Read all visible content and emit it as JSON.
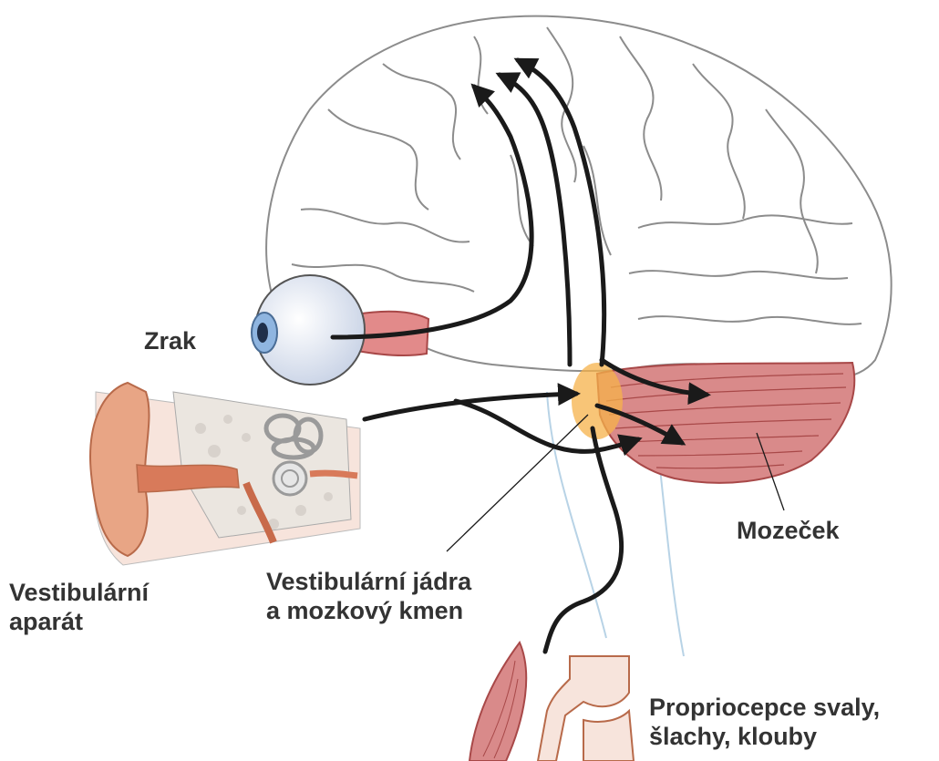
{
  "labels": {
    "vision": "Zrak",
    "vestibular_line1": "Vestibulární",
    "vestibular_line2": "aparát",
    "nuclei_line1": "Vestibulární jádra",
    "nuclei_line2": "a mozkový kmen",
    "cerebellum": "Mozeček",
    "proprio_line1": "Propriocepce svaly,",
    "proprio_line2": "šlachy, klouby"
  },
  "colors": {
    "brain_outline": "#8c8c8c",
    "arrow": "#1a1a1a",
    "cerebellum_fill": "#d98a8a",
    "nuclei_highlight": "#f5b24a",
    "ear_fill": "#e8a585",
    "text": "#333333"
  }
}
